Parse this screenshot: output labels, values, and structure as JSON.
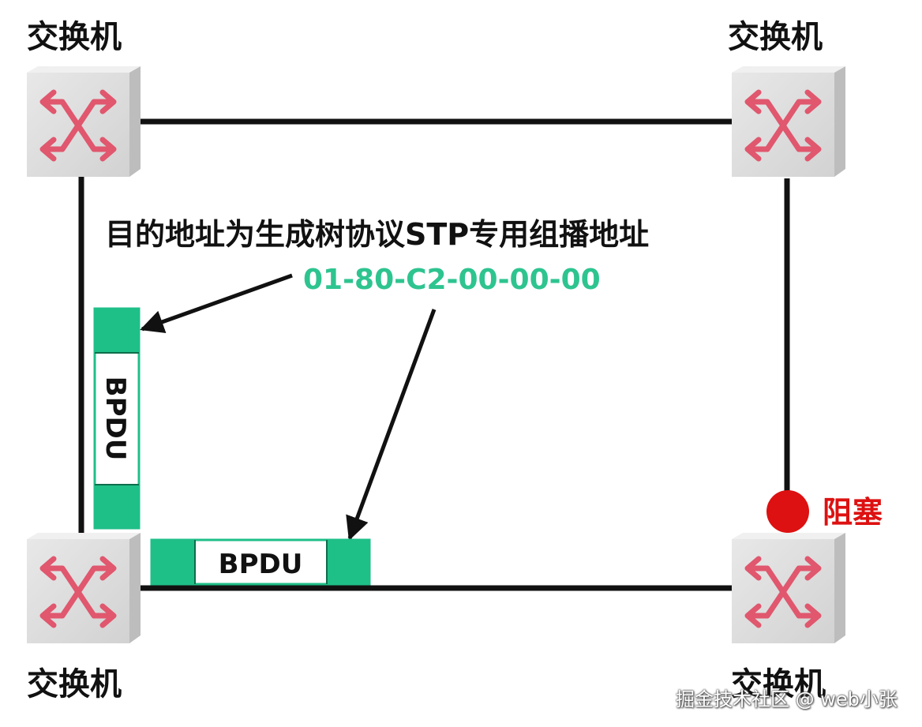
{
  "switches": {
    "top_left": {
      "label": "交换机"
    },
    "top_right": {
      "label": "交换机"
    },
    "bottom_left": {
      "label": "交换机"
    },
    "bottom_right": {
      "label": "交换机"
    }
  },
  "caption": "目的地址为生成树协议STP专用组播地址",
  "mac_address": "01-80-C2-00-00-00",
  "bpdu": {
    "vertical_label": "BPDU",
    "horizontal_label": "BPDU"
  },
  "blocked_port": {
    "label": "阻塞"
  },
  "watermark": "掘金技术社区 @ web小张",
  "colors": {
    "bpdu_header": "#1fbf88",
    "mac_text": "#2ec490",
    "blocked": "#dd1111",
    "switch_arrows": "#e0576e",
    "switch_body": "#dddddd",
    "link": "#111111"
  },
  "icons": {
    "switch": "switch-icon"
  }
}
